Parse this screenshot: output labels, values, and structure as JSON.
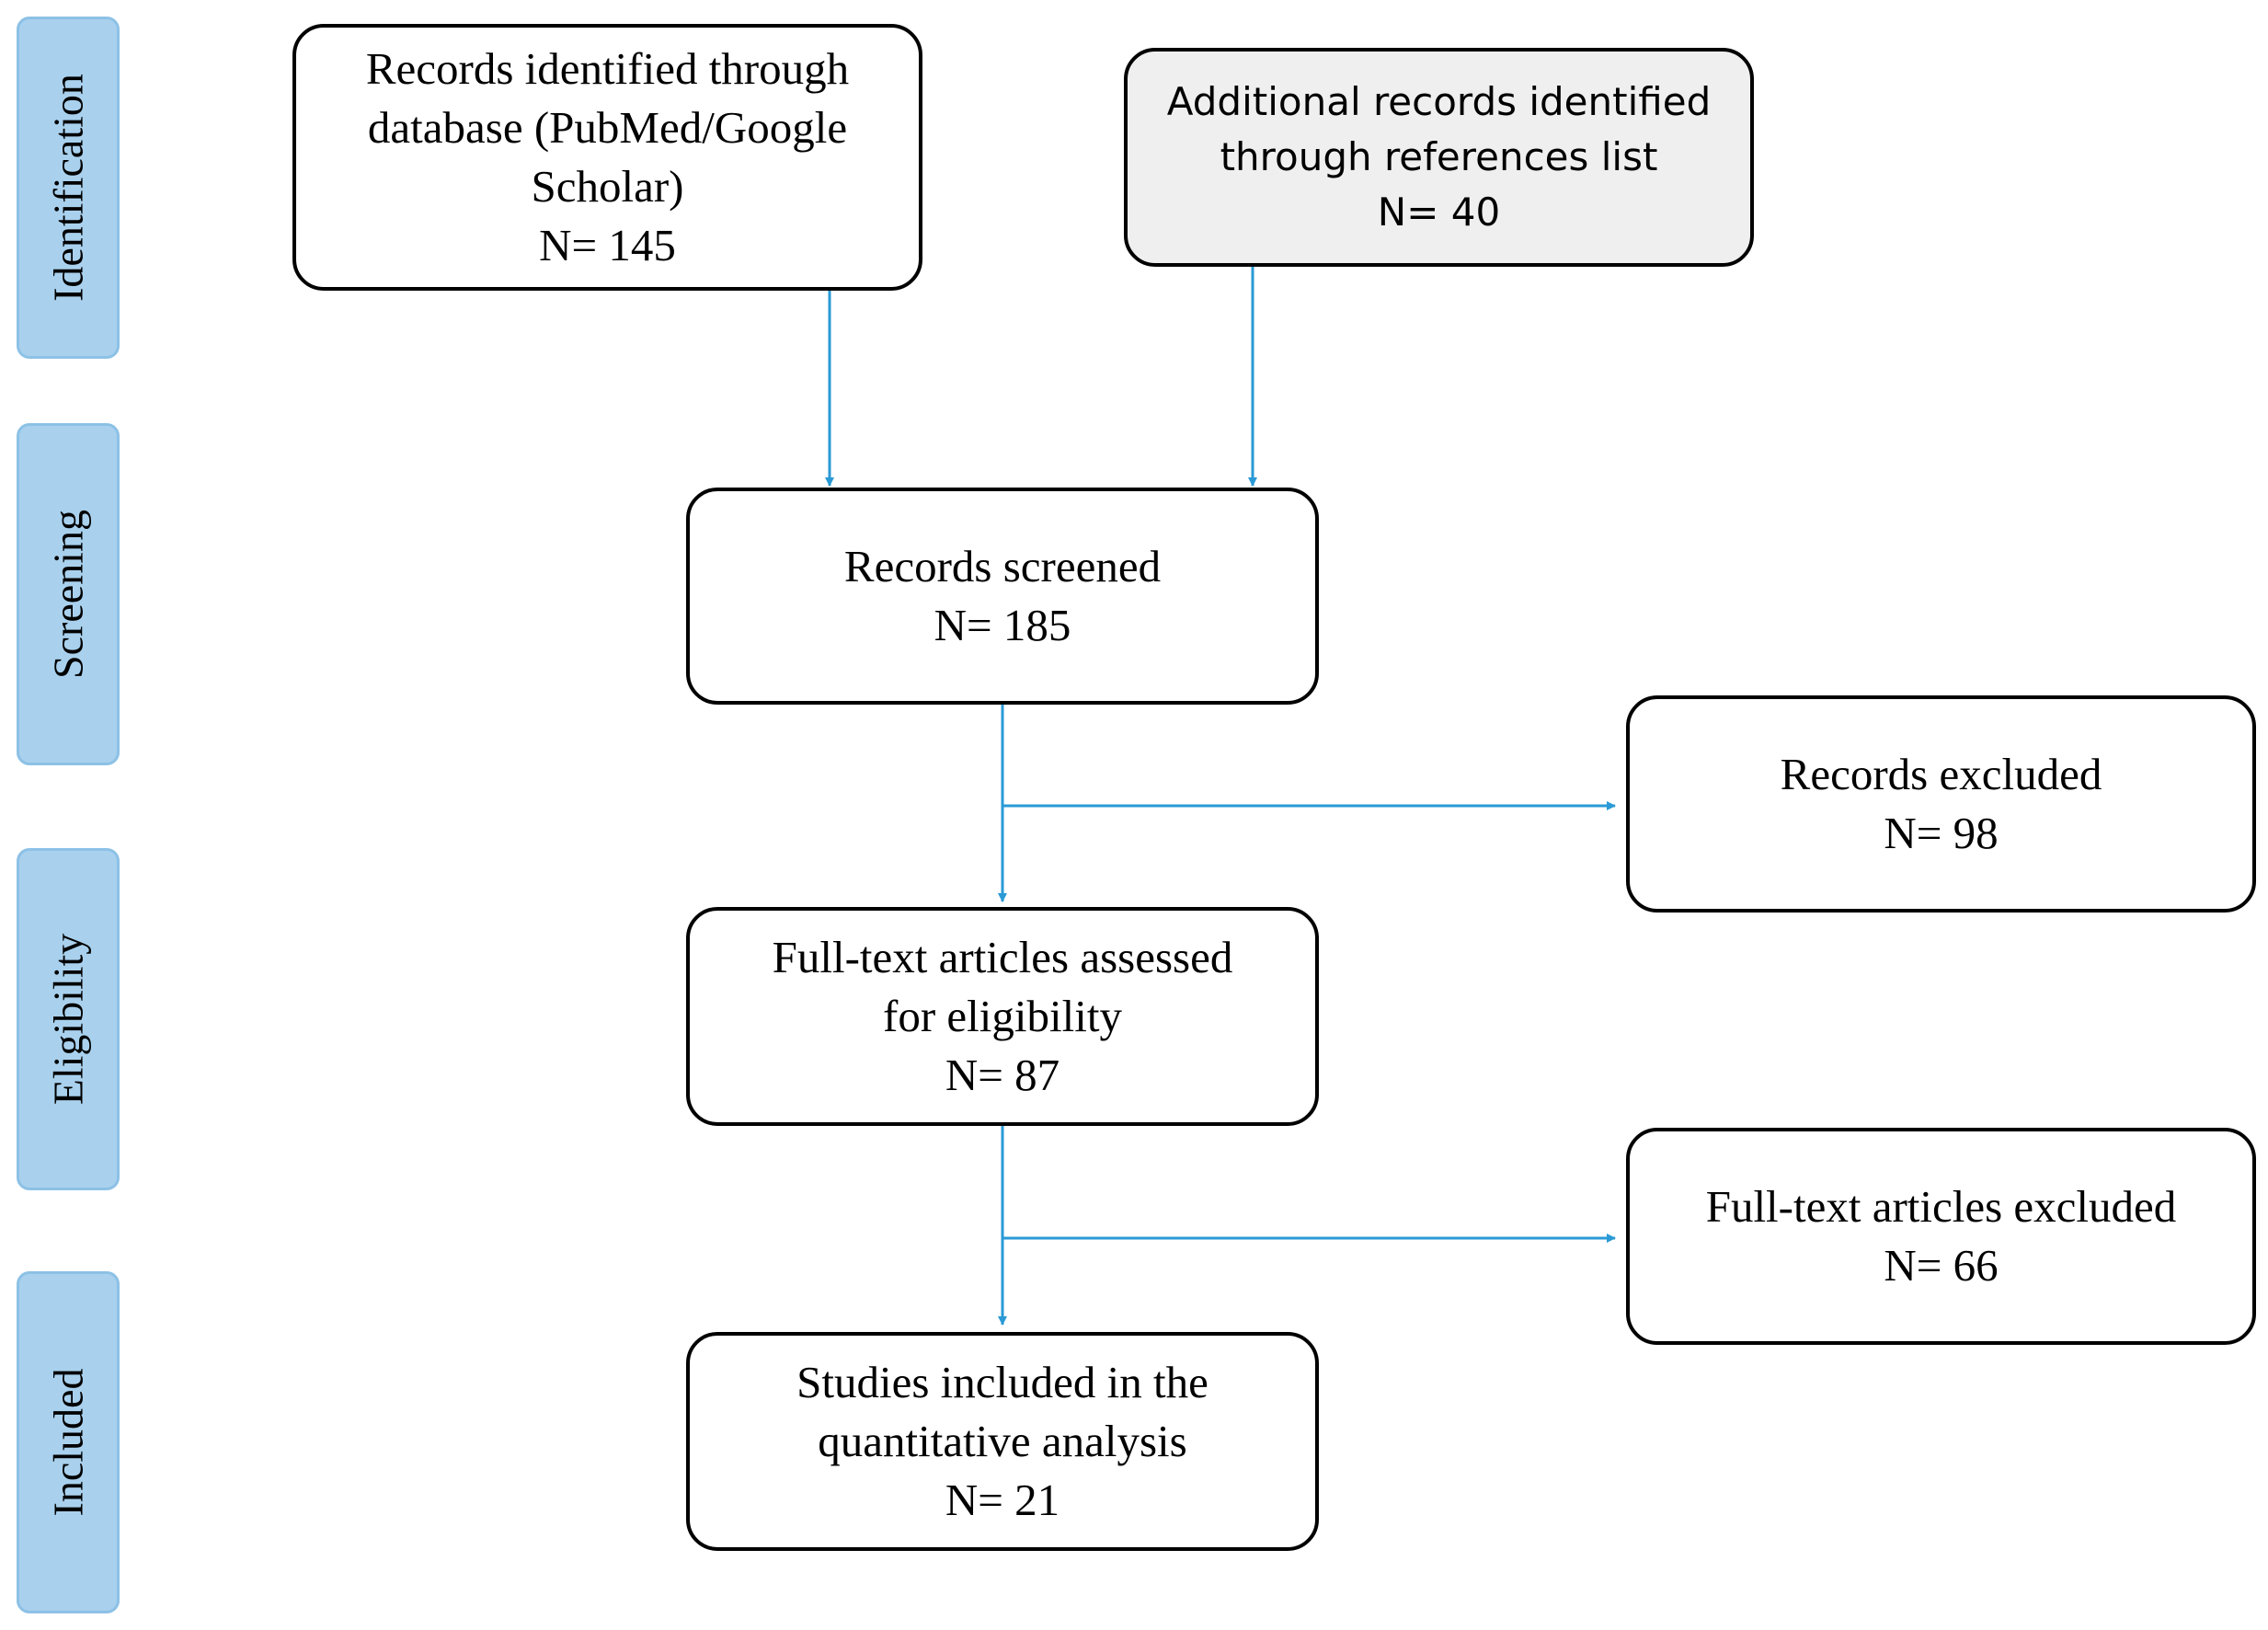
{
  "stages": [
    {
      "label": "Identification"
    },
    {
      "label": "Screening"
    },
    {
      "label": "Eligibility"
    },
    {
      "label": "Included"
    }
  ],
  "boxes": {
    "database": {
      "lines": [
        "Records identified through",
        "database (PubMed/Google",
        "Scholar)",
        "N= 145"
      ]
    },
    "references": {
      "lines": [
        "Additional records identified",
        "through references list",
        "N= 40"
      ]
    },
    "screened": {
      "lines": [
        "Records screened",
        "N= 185"
      ]
    },
    "records_excluded": {
      "lines": [
        "Records excluded",
        "N= 98"
      ]
    },
    "fulltext_assessed": {
      "lines": [
        "Full-text articles assessed",
        "for eligibility",
        "N=  87"
      ]
    },
    "fulltext_excluded": {
      "lines": [
        "Full-text articles excluded",
        "N= 66"
      ]
    },
    "included": {
      "lines": [
        "Studies included in the",
        "quantitative analysis",
        "N=  21"
      ]
    }
  },
  "colors": {
    "stage_fill": "#a9d1ee",
    "arrow": "#2a9ad6",
    "box_border": "#000000",
    "gray_box_fill": "#efefef"
  }
}
